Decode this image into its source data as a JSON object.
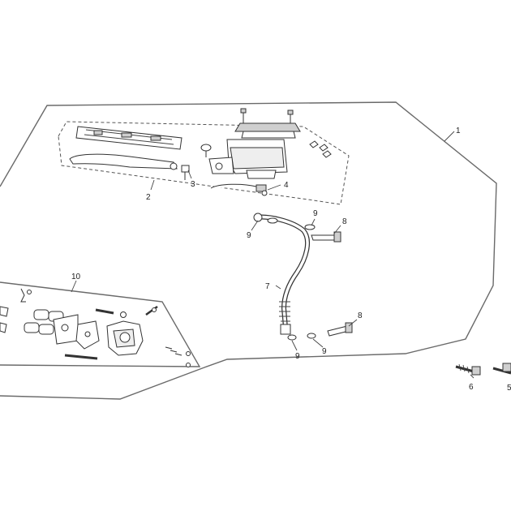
{
  "callouts": {
    "c1": "1",
    "c2": "2",
    "c3": "3",
    "c4": "4",
    "c5": "5",
    "c6": "6",
    "c7": "7",
    "c8a": "8",
    "c8b": "8",
    "c9a": "9",
    "c9b": "9",
    "c9c": "9",
    "c9d": "9",
    "c10": "10"
  },
  "colors": {
    "outline": "#6a6a6a",
    "ink": "#333333",
    "background": "#ffffff"
  }
}
